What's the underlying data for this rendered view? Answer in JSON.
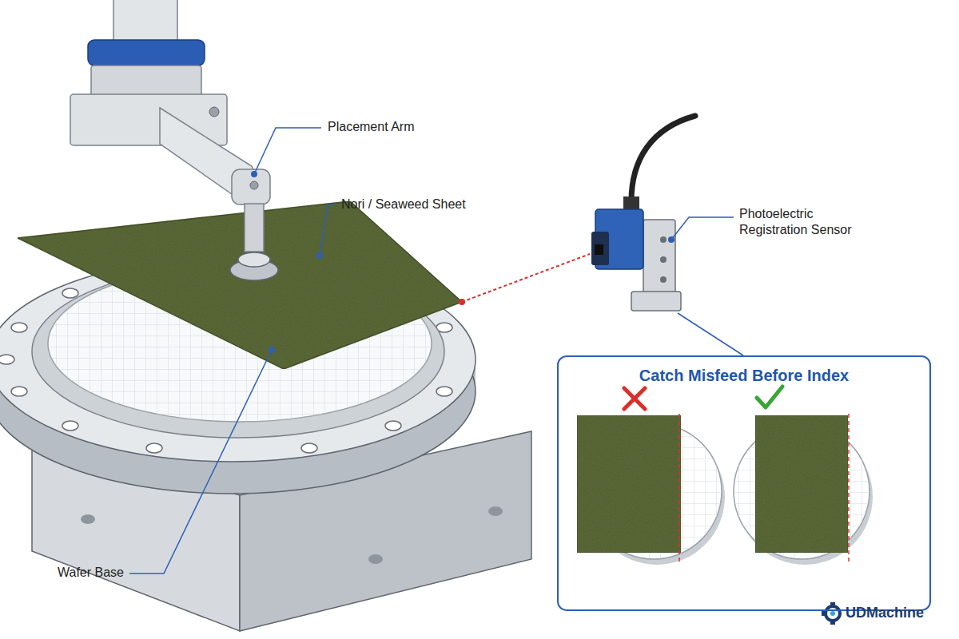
{
  "diagram": {
    "nodes": [
      {
        "text": [
          "Catch Misfeed Before Index"
        ]
      }
    ],
    "labels": [
      "Placement Arm",
      "Nori / Seaweed Sheet",
      "Photoelectric Registration Sensor",
      "Wafer Base",
      "UDMachine"
    ]
  }
}
